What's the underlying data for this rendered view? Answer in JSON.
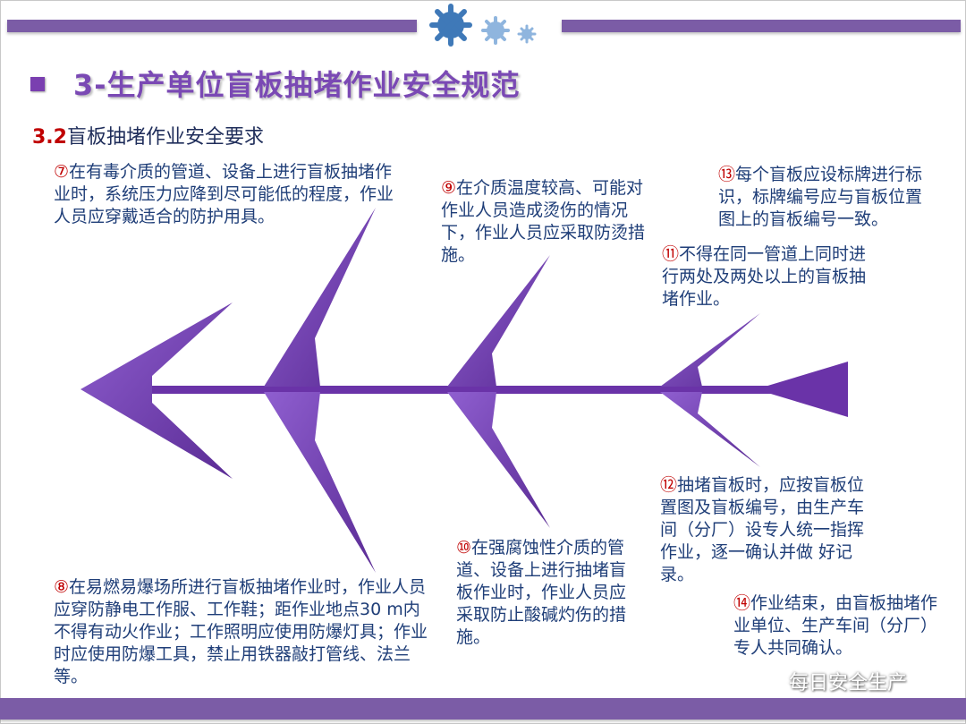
{
  "title": "3-生产单位盲板抽堵作业安全规范",
  "subtitle": {
    "number": "3.2",
    "text": "盲板抽堵作业安全要求"
  },
  "notes": [
    {
      "marker": "⑦",
      "text": "在有毒介质的管道、设备上进行盲板抽堵作业时，系统压力应降到尽可能低的程度，作业人员应穿戴适合的防护用具。"
    },
    {
      "marker": "⑧",
      "text": "在易燃易爆场所进行盲板抽堵作业时，作业人员应穿防静电工作服、工作鞋；距作业地点30 m内不得有动火作业；工作照明应使用防爆灯具；作业时应使用防爆工具，禁止用铁器敲打管线、法兰等。"
    },
    {
      "marker": "⑨",
      "text": "在介质温度较高、可能对作业人员造成烫伤的情况下，作业人员应采取防烫措施。"
    },
    {
      "marker": "⑩",
      "text": "在强腐蚀性介质的管道、设备上进行抽堵盲板作业时，作业人员应采取防止酸碱灼伤的措施。"
    },
    {
      "marker": "⑪",
      "text": "不得在同一管道上同时进行两处及两处以上的盲板抽堵作业。"
    },
    {
      "marker": "⑫",
      "text": "抽堵盲板时，应按盲板位置图及盲板编号，由生产车间（分厂）设专人统一指挥作业，逐一确认并做 好记录。"
    },
    {
      "marker": "⑬",
      "text": "每个盲板应设标牌进行标识，标牌编号应与盲板位置图上的盲板编号一致。"
    },
    {
      "marker": "⑭",
      "text": "作业结束，由盲板抽堵作业单位、生产车间（分厂）专人共同确认。"
    }
  ],
  "watermark": "每日安全生产",
  "colors": {
    "accent": "#7a49b4",
    "bar": "#7b5ca6",
    "marker": "#c00000",
    "text": "#1f3e78"
  }
}
